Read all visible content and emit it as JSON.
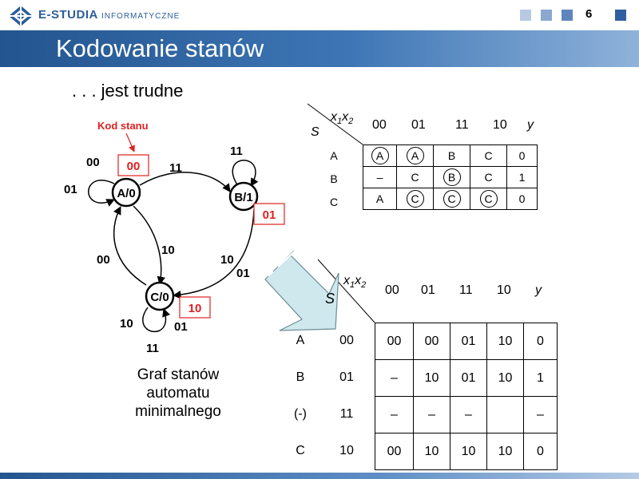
{
  "header": {
    "logo_main": "E-STUDIA",
    "logo_sub": "INFORMATYCZNE",
    "page_number": "6",
    "title": "Kodowanie stanów",
    "brand_color": "#2c5d9c"
  },
  "subtitle": ". . .  jest trudne",
  "graph": {
    "code_label": "Kod stanu",
    "states": [
      {
        "id": "A",
        "label": "A/0",
        "code": "00"
      },
      {
        "id": "B",
        "label": "B/1",
        "code": "01"
      },
      {
        "id": "C",
        "label": "C/0",
        "code": "10"
      }
    ],
    "edge_labels": {
      "a_self_00": "00",
      "a_self_01": "01",
      "a_to_b": "11",
      "b_self": "11",
      "b_to_c_10": "10",
      "b_to_c_01": "01",
      "c_to_a": "00",
      "a_to_c": "10",
      "c_self_10": "10",
      "c_self_01": "01",
      "c_self_11": "11"
    },
    "caption": "Graf stanów automatu minimalnego"
  },
  "table1": {
    "state_label": "S",
    "x1": "x",
    "x1_sub": "1",
    "x2": "x",
    "x2_sub": "2",
    "columns": [
      "00",
      "01",
      "11",
      "10"
    ],
    "output_label": "y",
    "rows": [
      {
        "state": "A",
        "cells": [
          "A",
          "A",
          "B",
          "C"
        ],
        "circled": [
          true,
          true,
          false,
          false
        ],
        "y": "0"
      },
      {
        "state": "B",
        "cells": [
          "–",
          "C",
          "B",
          "C"
        ],
        "circled": [
          false,
          false,
          true,
          false
        ],
        "y": "1"
      },
      {
        "state": "C",
        "cells": [
          "A",
          "C",
          "C",
          "C"
        ],
        "circled": [
          false,
          true,
          true,
          true
        ],
        "y": "0"
      }
    ]
  },
  "table2": {
    "state_label": "S",
    "x1": "x",
    "x1_sub": "1",
    "x2": "x",
    "x2_sub": "2",
    "columns": [
      "00",
      "01",
      "11",
      "10"
    ],
    "output_label": "y",
    "rows": [
      {
        "state": "A",
        "code": "00",
        "cells": [
          "00",
          "00",
          "01",
          "10"
        ],
        "y": "0"
      },
      {
        "state": "B",
        "code": "01",
        "cells": [
          "–",
          "10",
          "01",
          "10"
        ],
        "y": "1"
      },
      {
        "state": "(-)",
        "code": "11",
        "cells": [
          "–",
          "–",
          "–",
          ""
        ],
        "y": "–"
      },
      {
        "state": "C",
        "code": "10",
        "cells": [
          "00",
          "10",
          "10",
          "10"
        ],
        "y": "0"
      }
    ]
  },
  "colors": {
    "code_red": "#e02020",
    "arrow_fill": "#cfe8ee"
  },
  "icons": [
    "logo-icon",
    "big-arrow-icon"
  ]
}
